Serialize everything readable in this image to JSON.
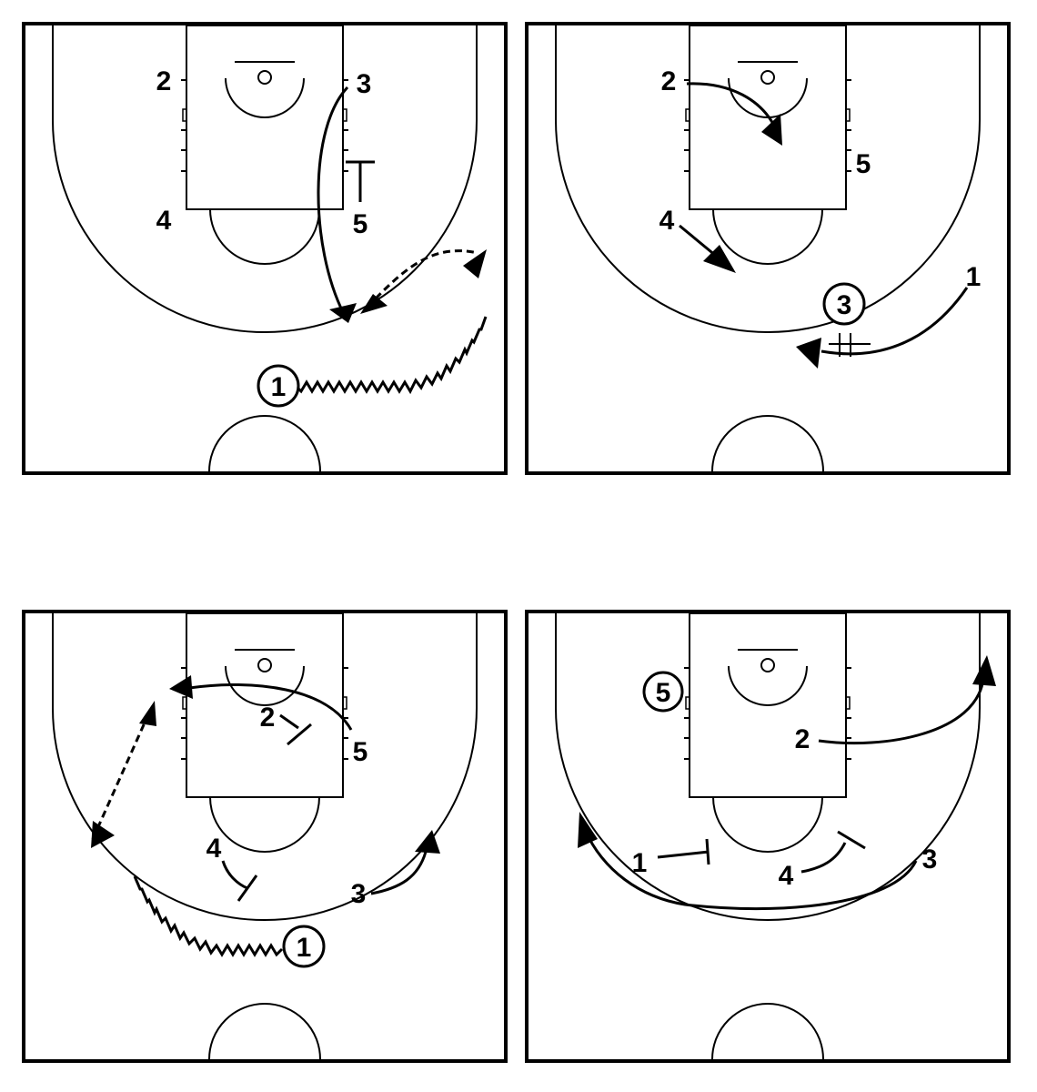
{
  "diagram": {
    "panels": [
      {
        "players": [
          {
            "label": "2",
            "circled": false
          },
          {
            "label": "3",
            "circled": false
          },
          {
            "label": "4",
            "circled": false
          },
          {
            "label": "5",
            "circled": false
          },
          {
            "label": "1",
            "circled": true
          }
        ]
      },
      {
        "players": [
          {
            "label": "2",
            "circled": false
          },
          {
            "label": "5",
            "circled": false
          },
          {
            "label": "4",
            "circled": false
          },
          {
            "label": "1",
            "circled": false
          },
          {
            "label": "3",
            "circled": true
          }
        ]
      },
      {
        "players": [
          {
            "label": "2",
            "circled": false
          },
          {
            "label": "5",
            "circled": false
          },
          {
            "label": "4",
            "circled": false
          },
          {
            "label": "3",
            "circled": false
          },
          {
            "label": "1",
            "circled": true
          }
        ]
      },
      {
        "players": [
          {
            "label": "5",
            "circled": true
          },
          {
            "label": "2",
            "circled": false
          },
          {
            "label": "1",
            "circled": false
          },
          {
            "label": "4",
            "circled": false
          },
          {
            "label": "3",
            "circled": false
          }
        ]
      }
    ]
  }
}
